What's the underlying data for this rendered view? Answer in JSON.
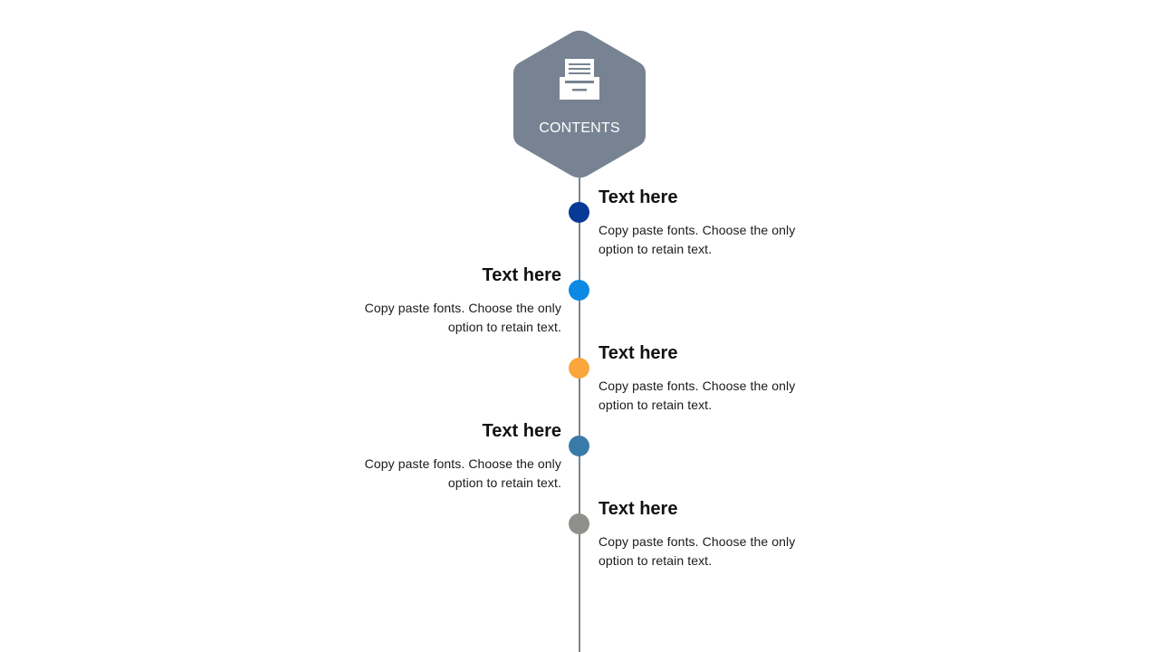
{
  "header": {
    "label": "CONTENTS",
    "icon": "file-drawer-icon",
    "color": "#778392"
  },
  "line_color": "#7b8593",
  "items": [
    {
      "title": "Text here",
      "description": "Copy paste fonts. Choose the only option to retain text.",
      "side": "right",
      "color": "#073a97"
    },
    {
      "title": "Text here",
      "description": "Copy paste fonts. Choose the only option to retain text.",
      "side": "left",
      "color": "#0b89e3"
    },
    {
      "title": "Text here",
      "description": "Copy paste fonts. Choose the only option to retain text.",
      "side": "right",
      "color": "#faa63c"
    },
    {
      "title": "Text here",
      "description": "Copy paste fonts. Choose the only option to retain text.",
      "side": "left",
      "color": "#3a7aa8"
    },
    {
      "title": "Text here",
      "description": "Copy paste fonts. Choose the only option to retain text.",
      "side": "right",
      "color": "#8f8f8c"
    }
  ]
}
